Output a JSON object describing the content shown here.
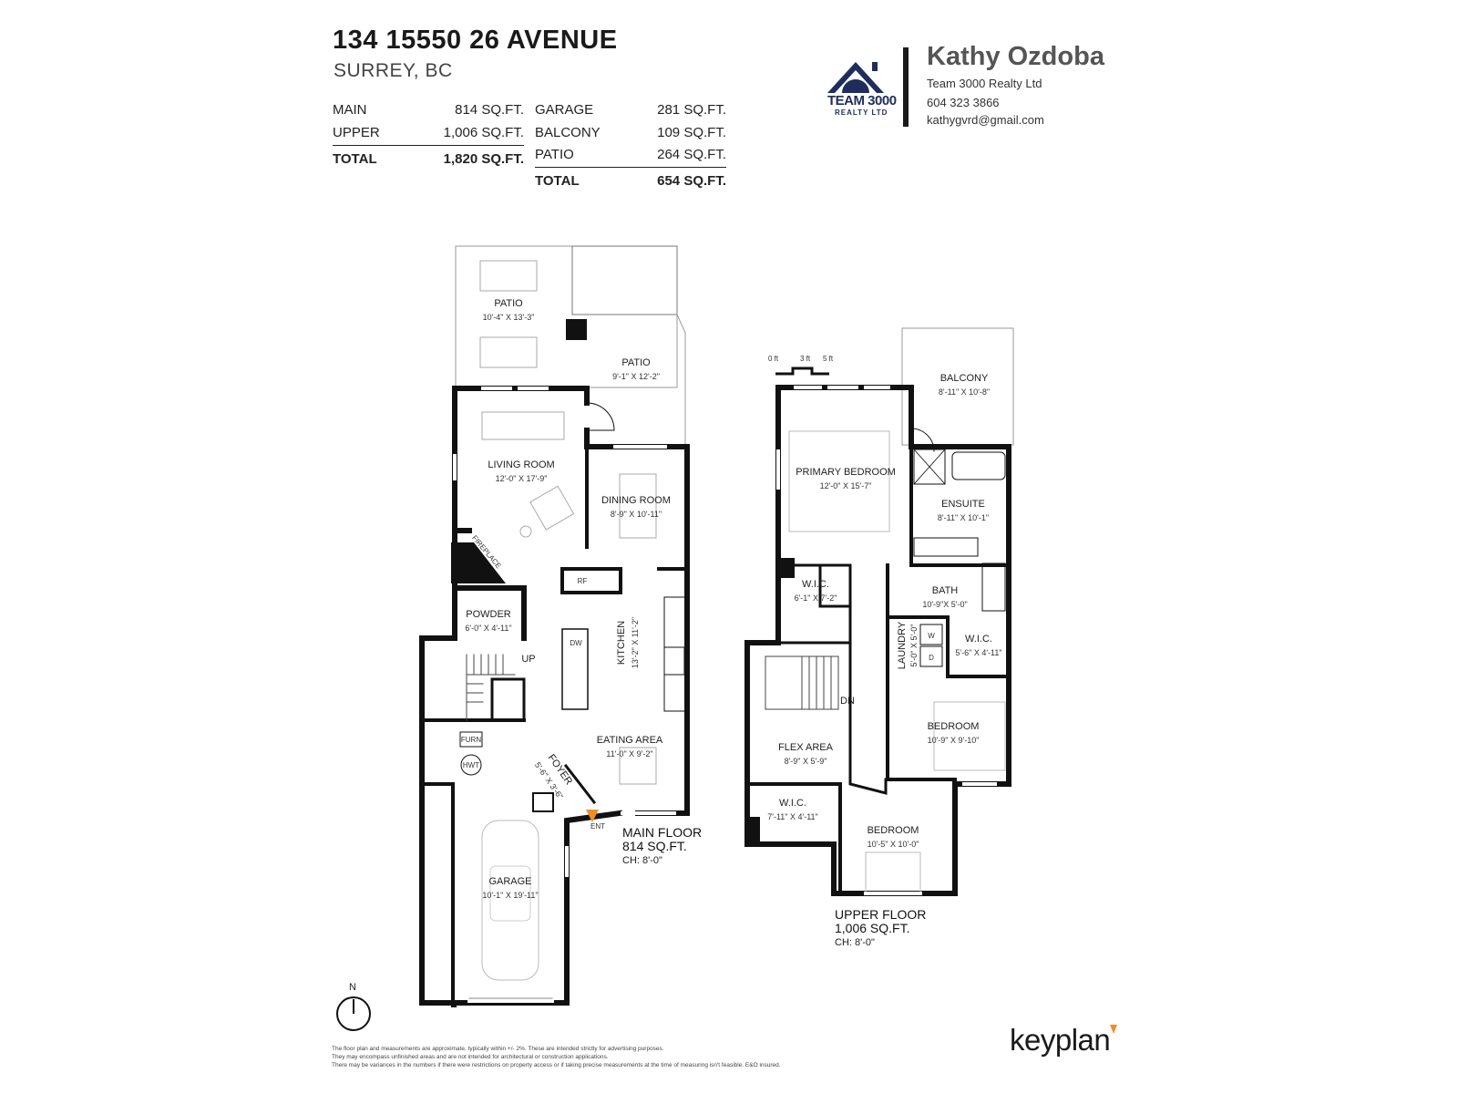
{
  "header": {
    "address": "134 15550 26 AVENUE",
    "city": "SURREY, BC"
  },
  "areas_living": {
    "rows": [
      {
        "label": "MAIN",
        "value": "814 SQ.FT."
      },
      {
        "label": "UPPER",
        "value": "1,006 SQ.FT."
      }
    ],
    "total": {
      "label": "TOTAL",
      "value": "1,820 SQ.FT."
    }
  },
  "areas_other": {
    "rows": [
      {
        "label": "GARAGE",
        "value": "281 SQ.FT."
      },
      {
        "label": "BALCONY",
        "value": "109 SQ.FT."
      },
      {
        "label": "PATIO",
        "value": "264 SQ.FT."
      }
    ],
    "total": {
      "label": "TOTAL",
      "value": "654 SQ.FT."
    }
  },
  "agent": {
    "name": "Kathy Ozdoba",
    "company": "Team 3000 Realty Ltd",
    "phone": "604 323 3866",
    "email": "kathygvrd@gmail.com",
    "logo_text": "TEAM 3000",
    "logo_sub": "REALTY LTD"
  },
  "main_floor": {
    "label": "MAIN FLOOR",
    "area": "814 SQ.FT.",
    "ceiling": "CH: 8'-0\"",
    "rooms": [
      {
        "name": "PATIO",
        "dims": "10'-4\" X 13'-3\""
      },
      {
        "name": "PATIO",
        "dims": "9'-1\" X 12'-2\""
      },
      {
        "name": "LIVING ROOM",
        "dims": "12'-0\" X 17'-9\""
      },
      {
        "name": "DINING ROOM",
        "dims": "8'-9\" X 10'-11\""
      },
      {
        "name": "POWDER",
        "dims": "6'-0\" X 4'-11\""
      },
      {
        "name": "KITCHEN",
        "dims": "13'-2\" X 11'-2\""
      },
      {
        "name": "EATING AREA",
        "dims": "11'-0\" X 9'-2\""
      },
      {
        "name": "FOYER",
        "dims": "5'-6\" X 3'-6\""
      },
      {
        "name": "GARAGE",
        "dims": "10'-1\" X 19'-11\""
      }
    ],
    "labels": {
      "fireplace": "FIREPLACE",
      "up": "UP",
      "rf": "RF",
      "dw": "DW",
      "furn": "FURN",
      "hwt": "HWT",
      "ent": "ENT"
    }
  },
  "upper_floor": {
    "label": "UPPER FLOOR",
    "area": "1,006 SQ.FT.",
    "ceiling": "CH: 8'-0\"",
    "rooms": [
      {
        "name": "BALCONY",
        "dims": "8'-11\" X 10'-8\""
      },
      {
        "name": "PRIMARY BEDROOM",
        "dims": "12'-0\" X 15'-7\""
      },
      {
        "name": "ENSUITE",
        "dims": "8'-11\" X 10'-1\""
      },
      {
        "name": "W.I.C.",
        "dims": "6'-1\" X 7'-2\""
      },
      {
        "name": "BATH",
        "dims": "10'-9\"X 5'-0\""
      },
      {
        "name": "LAUNDRY",
        "dims": "5'-0\" X 5'-0\""
      },
      {
        "name": "W.I.C.",
        "dims": "5'-6\" X 4'-11\""
      },
      {
        "name": "BEDROOM",
        "dims": "10'-9\" X 9'-10\""
      },
      {
        "name": "FLEX AREA",
        "dims": "8'-9\" X 5'-9\""
      },
      {
        "name": "W.I.C.",
        "dims": "7'-11\" X 4'-11\""
      },
      {
        "name": "BEDROOM",
        "dims": "10'-5\" X 10'-0\""
      }
    ],
    "labels": {
      "dn": "DN",
      "w": "W",
      "d": "D"
    }
  },
  "scale": {
    "s0": "0 ft",
    "s3": "3 ft",
    "s5": "5 ft"
  },
  "compass": {
    "north": "N"
  },
  "disclaimer": {
    "line1": "The floor plan and measurements are approximate, typically within +/- 2%. These are intended strictly for advertising purposes.",
    "line2": "They may encompass unfinished areas and are not intended for architectural or construction applications.",
    "line3": "There may be variances in the numbers if there were restrictions on property access or if taking precise measurements at the time of measuring isn't feasible. E&O insured."
  },
  "brand": {
    "name": "keyplan",
    "accent": "#f28c28"
  },
  "colors": {
    "wall": "#111111",
    "ent_marker": "#f28c28",
    "logo_navy": "#1f2d5c"
  }
}
